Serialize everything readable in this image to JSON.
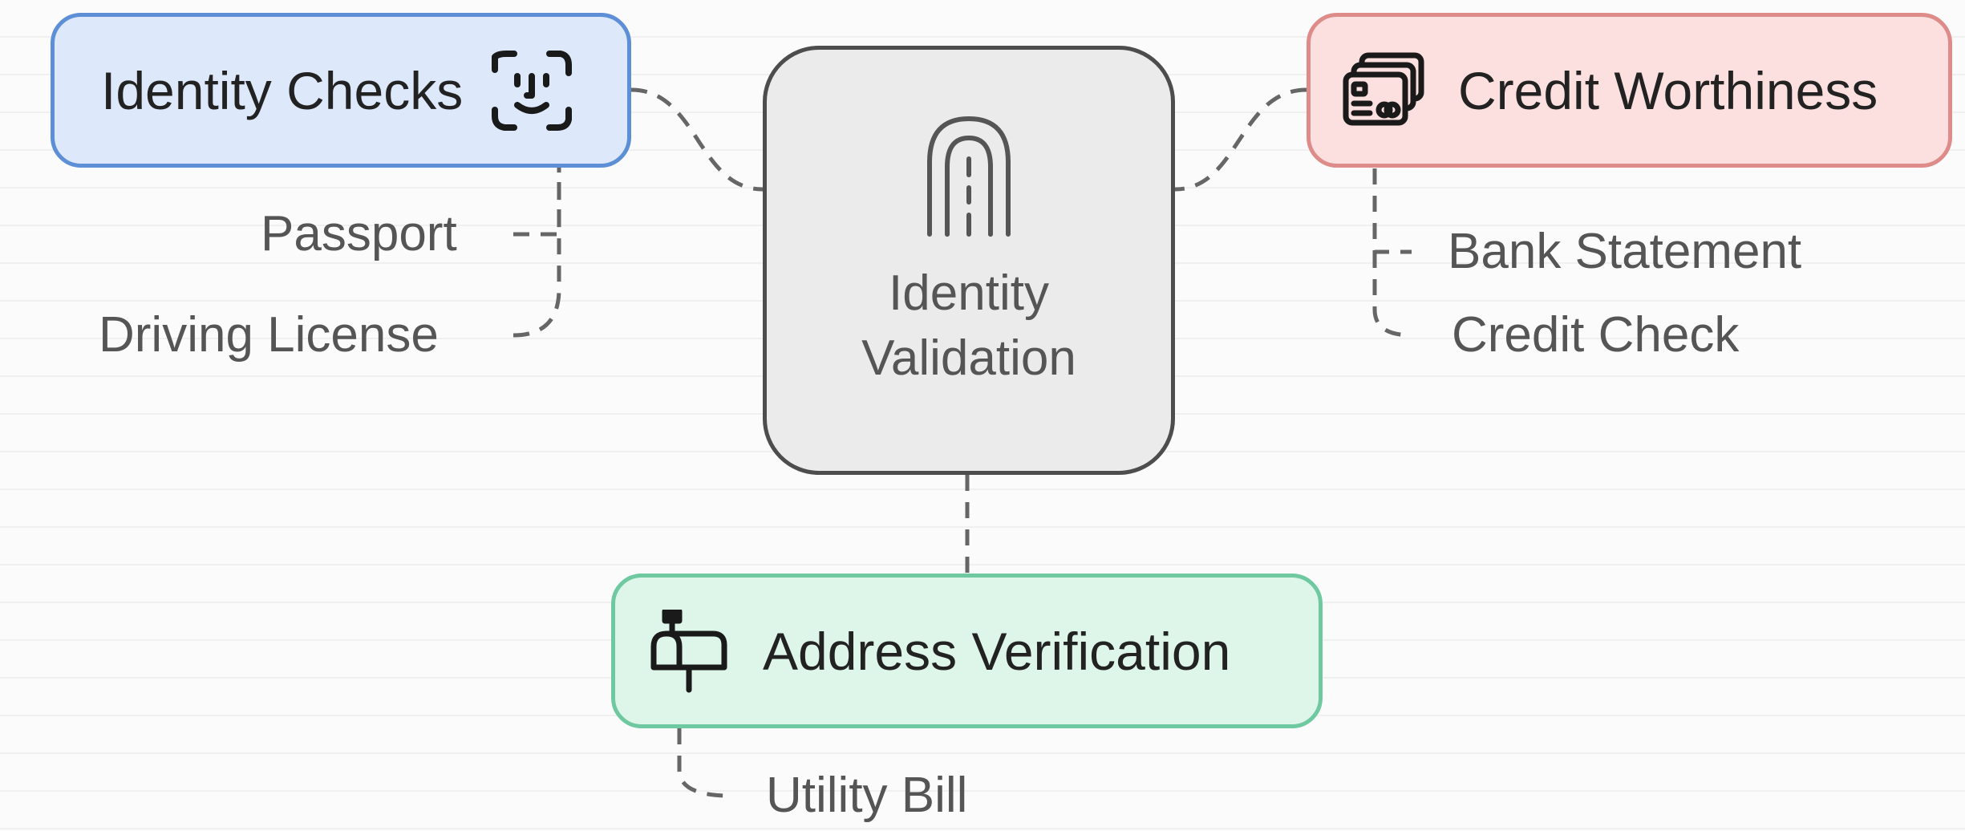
{
  "center": {
    "title": "Identity Validation",
    "icon": "fingerprint-icon"
  },
  "branches": [
    {
      "id": "identity-checks",
      "label": "Identity Checks",
      "icon": "face-id-icon",
      "color": "#5c8fd6",
      "fill": "#dde8fb",
      "leaves": [
        "Passport",
        "Driving License"
      ]
    },
    {
      "id": "credit-worthiness",
      "label": "Credit Worthiness",
      "icon": "credit-cards-icon",
      "color": "#de8c8a",
      "fill": "#fbe0df",
      "leaves": [
        "Bank Statement",
        "Credit Check"
      ]
    },
    {
      "id": "address-verification",
      "label": "Address Verification",
      "icon": "mailbox-icon",
      "color": "#6fc9a0",
      "fill": "#def5ea",
      "leaves": [
        "Utility Bill"
      ]
    }
  ]
}
